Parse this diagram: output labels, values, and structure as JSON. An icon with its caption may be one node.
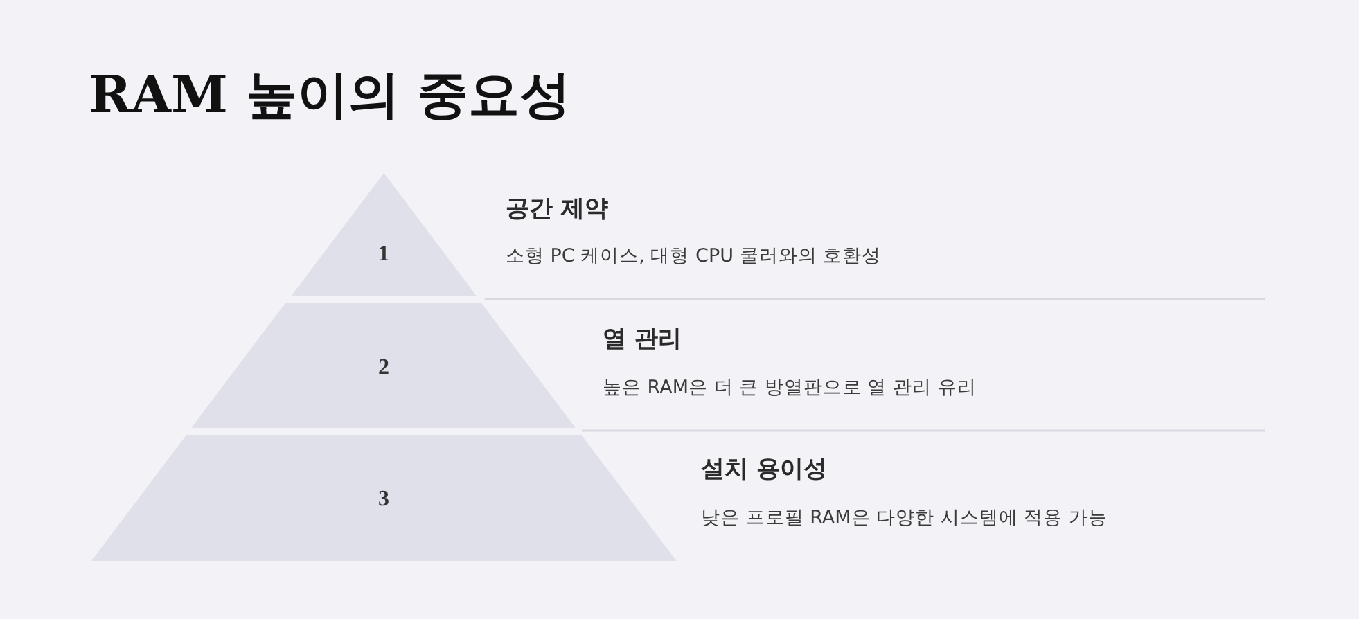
{
  "diagram": {
    "title": "RAM 높이의 중요성",
    "nodes": [
      {
        "text": [
          "1"
        ],
        "beside": [
          "공간 제약",
          "소형 PC 케이스, 대형 CPU 쿨러와의 호환성"
        ]
      },
      {
        "text": [
          "2"
        ],
        "beside": [
          "열 관리",
          "높은 RAM은 더 큰 방열판으로 열 관리 유리"
        ]
      },
      {
        "text": [
          "3"
        ],
        "beside": [
          "설치 용이성",
          "낮은 프로필 RAM은 다양한 시스템에 적용 가능"
        ]
      }
    ]
  }
}
